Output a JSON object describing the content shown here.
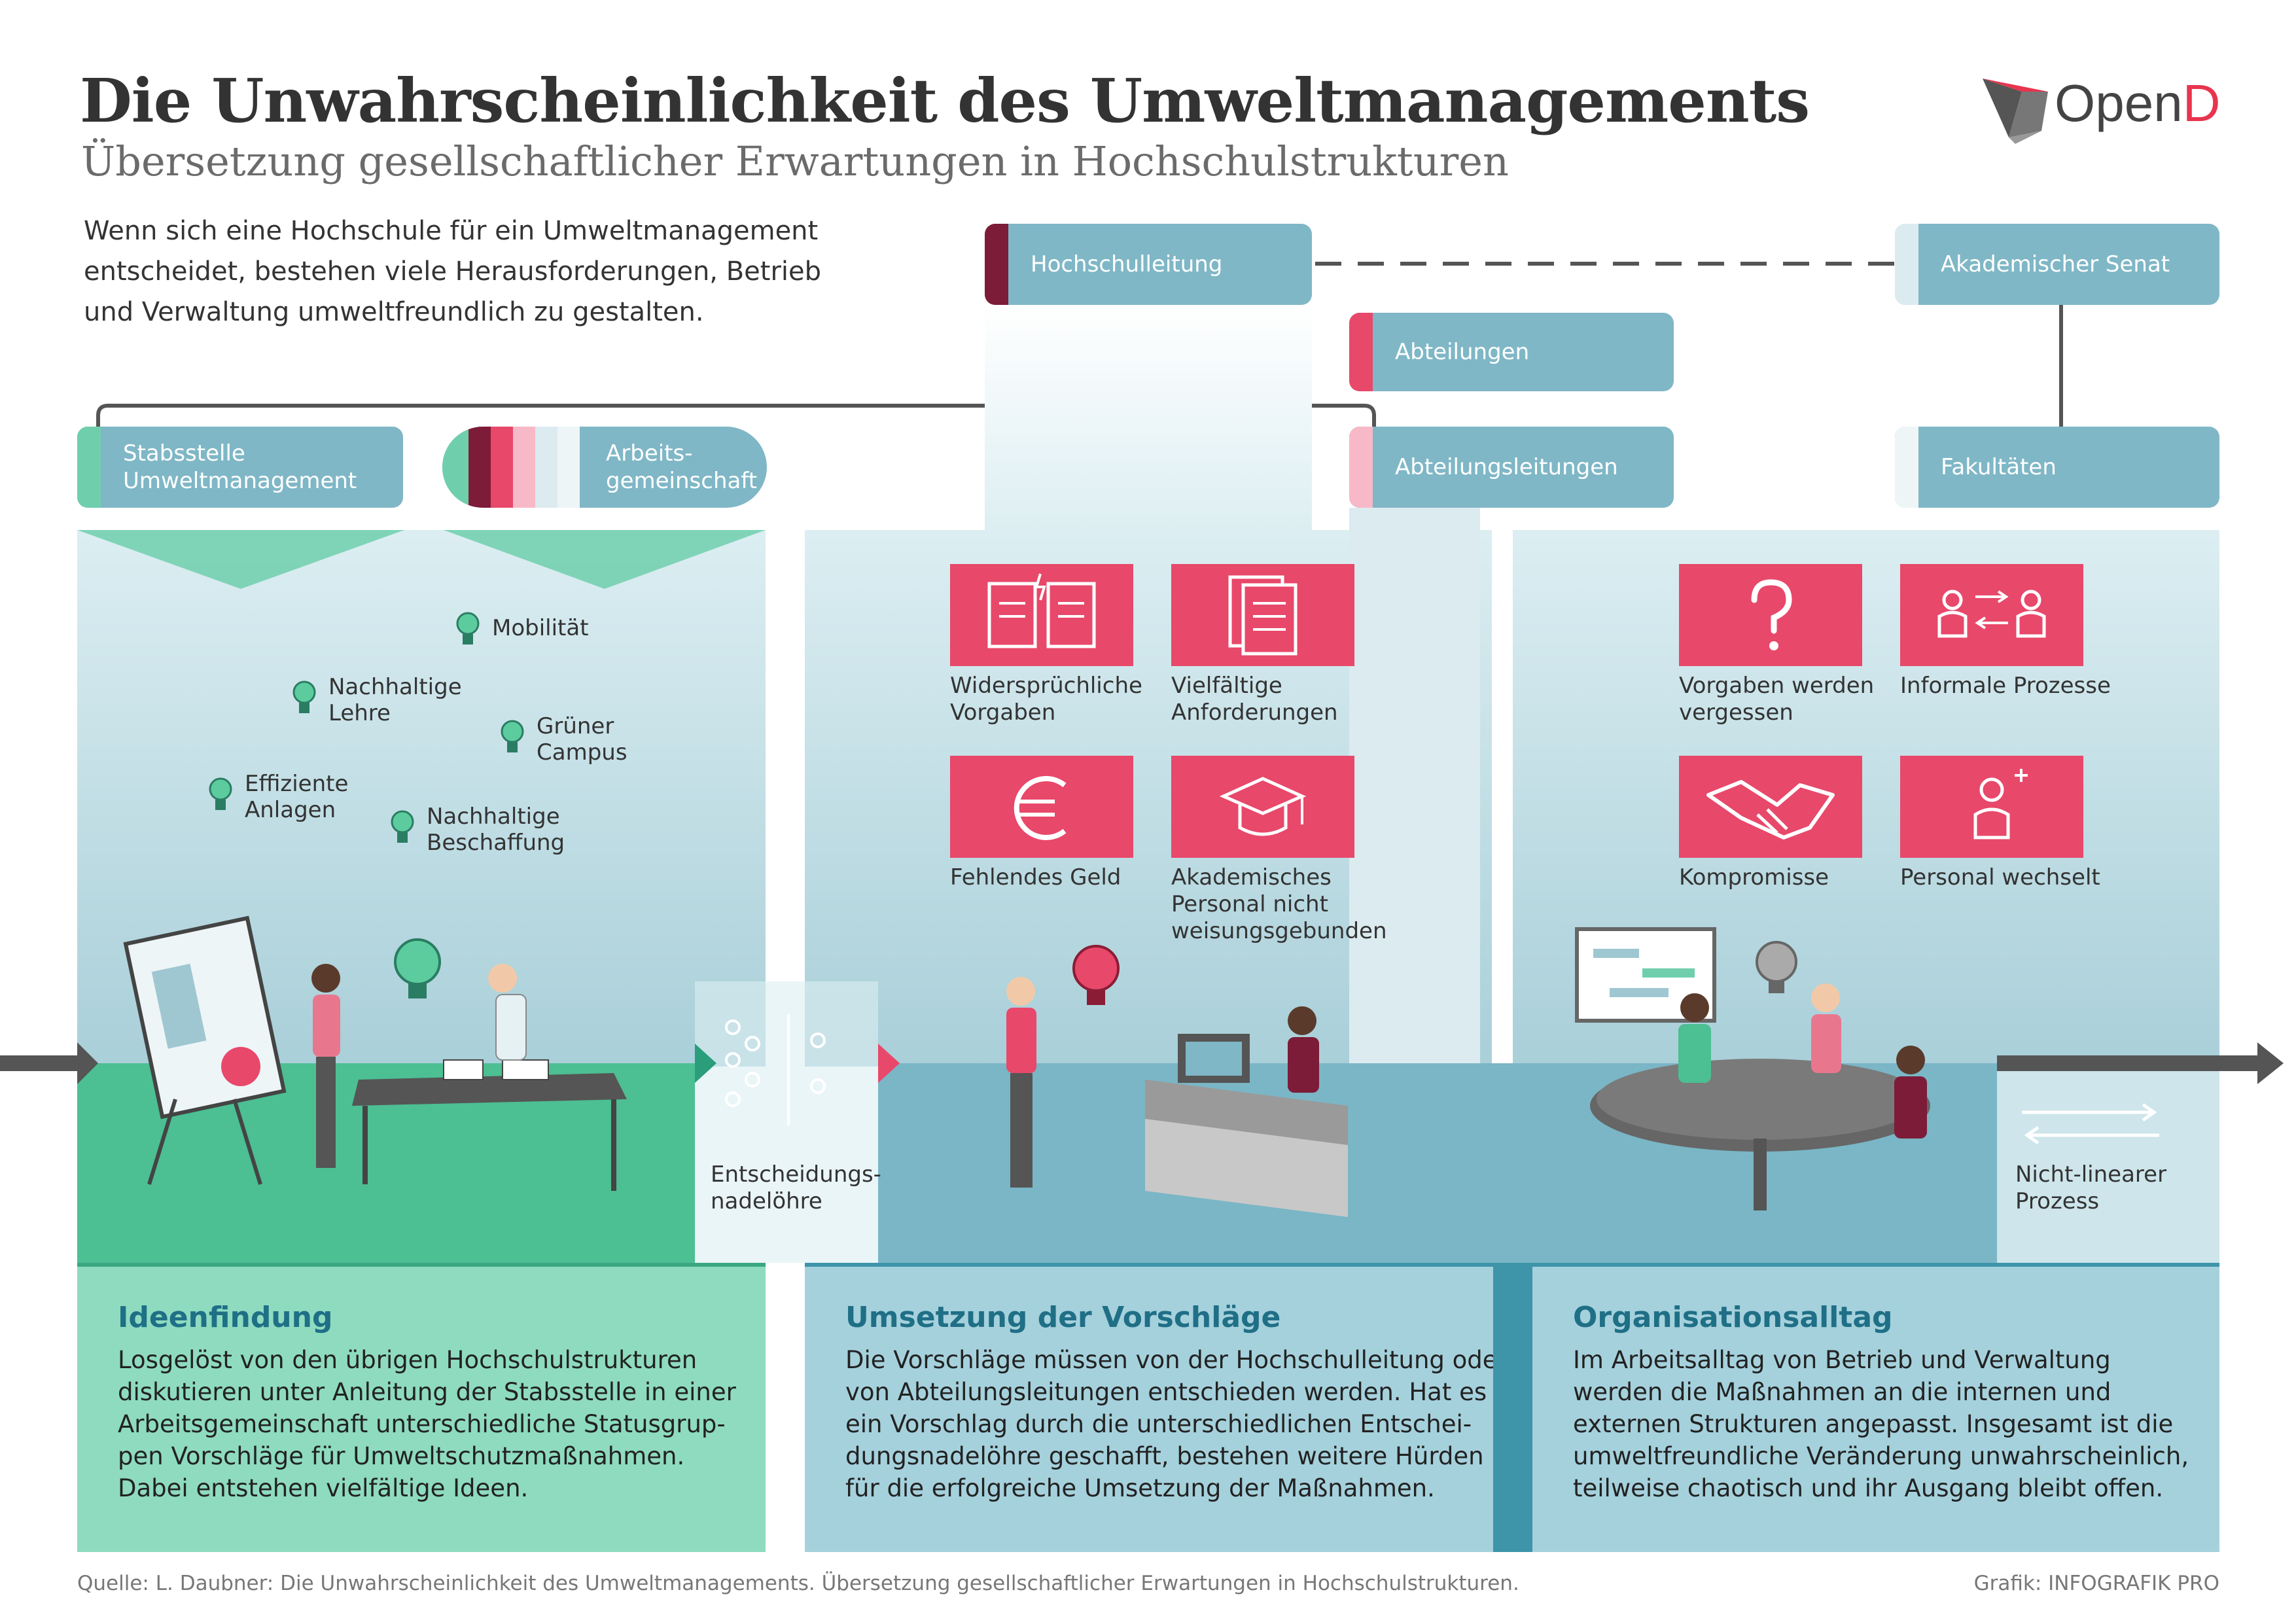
{
  "header": {
    "title": "Die Unwahrscheinlichkeit des Umweltmanagements",
    "subtitle": "Übersetzung gesellschaftlicher Erwartungen in Hochschulstrukturen",
    "logo_text_prefix": "Open",
    "logo_text_suffix": "D"
  },
  "intro": "Wenn sich eine Hochschule für ein Umweltmanagement entscheidet, bestehen viele Herausforderungen, Betrieb und Verwaltung umweltfreundlich zu gestalten.",
  "org": {
    "hochschulleitung": "Hochschulleitung",
    "senat": "Akademischer Senat",
    "abteilungen": "Abteilungen",
    "abteilungsleitungen": "Abteilungsleitungen",
    "fakultaeten": "Fakultäten",
    "stabsstelle_line1": "Stabsstelle",
    "stabsstelle_line2": "Umweltmanagement",
    "ag_line1": "Arbeits-",
    "ag_line2": "gemeinschaft"
  },
  "ideas": [
    {
      "line1": "Mobilität",
      "line2": ""
    },
    {
      "line1": "Nachhaltige",
      "line2": "Lehre"
    },
    {
      "line1": "Grüner",
      "line2": "Campus"
    },
    {
      "line1": "Effiziente",
      "line2": "Anlagen"
    },
    {
      "line1": "Nachhaltige",
      "line2": "Beschaffung"
    }
  ],
  "challenges_middle": [
    {
      "icon": "contradicting-documents-icon",
      "line1": "Widersprüchliche",
      "line2": "Vorgaben",
      "line3": ""
    },
    {
      "icon": "documents-stack-icon",
      "line1": "Vielfältige",
      "line2": "Anforderungen",
      "line3": ""
    },
    {
      "icon": "euro-icon",
      "line1": "Fehlendes Geld",
      "line2": "",
      "line3": ""
    },
    {
      "icon": "graduation-cap-icon",
      "line1": "Akademisches",
      "line2": "Personal nicht",
      "line3": "weisungsgebunden"
    }
  ],
  "challenges_right": [
    {
      "icon": "question-mark-icon",
      "line1": "Vorgaben werden",
      "line2": "vergessen"
    },
    {
      "icon": "people-exchange-icon",
      "line1": "Informale Prozesse",
      "line2": ""
    },
    {
      "icon": "handshake-icon",
      "line1": "Kompromisse",
      "line2": ""
    },
    {
      "icon": "person-add-icon",
      "line1": "Personal wechselt",
      "line2": ""
    }
  ],
  "flow_labels": {
    "nadeloehre_line1": "Entscheidungs-",
    "nadeloehre_line2": "nadelöhre",
    "nonlinear_line1": "Nicht-linearer",
    "nonlinear_line2": "Prozess"
  },
  "phases": [
    {
      "title": "Ideenfindung",
      "lines": [
        "Losgelöst von den übrigen Hochschulstrukturen",
        "diskutieren unter Anleitung der Stabsstelle in einer",
        "Arbeitsgemeinschaft unterschiedliche Statusgrup-",
        "pen Vorschläge für Umweltschutzmaßnahmen.",
        "Dabei entstehen vielfältige Ideen."
      ]
    },
    {
      "title": "Umsetzung der Vorschläge",
      "lines": [
        "Die Vorschläge müssen von der Hochschulleitung oder",
        "von Abteilungsleitungen entschieden werden. Hat es",
        "ein Vorschlag durch die unterschiedlichen Entschei-",
        "dungsnadelöhre geschafft, bestehen weitere Hürden",
        "für die erfolgreiche Umsetzung der Maßnahmen."
      ]
    },
    {
      "title": "Organisationsalltag",
      "lines": [
        "Im Arbeitsalltag von Betrieb und Verwaltung",
        "werden die Maßnahmen an die internen und",
        "externen Strukturen angepasst. Insgesamt ist die",
        "umweltfreundliche Veränderung unwahrscheinlich,",
        "teilweise chaotisch und ihr Ausgang bleibt offen."
      ]
    }
  ],
  "footer": {
    "source": "Quelle: L. Daubner: Die Unwahrscheinlichkeit des Umweltmanagements. Übersetzung gesellschaftlicher Erwartungen in Hochschulstrukturen.",
    "credit": "Grafik: INFOGRAFIK PRO"
  },
  "colors": {
    "green": "#6fcfad",
    "teal": "#7fb7c6",
    "red": "#e8486a",
    "dark_red": "#7d1c38",
    "text_teal": "#1f6f86"
  }
}
